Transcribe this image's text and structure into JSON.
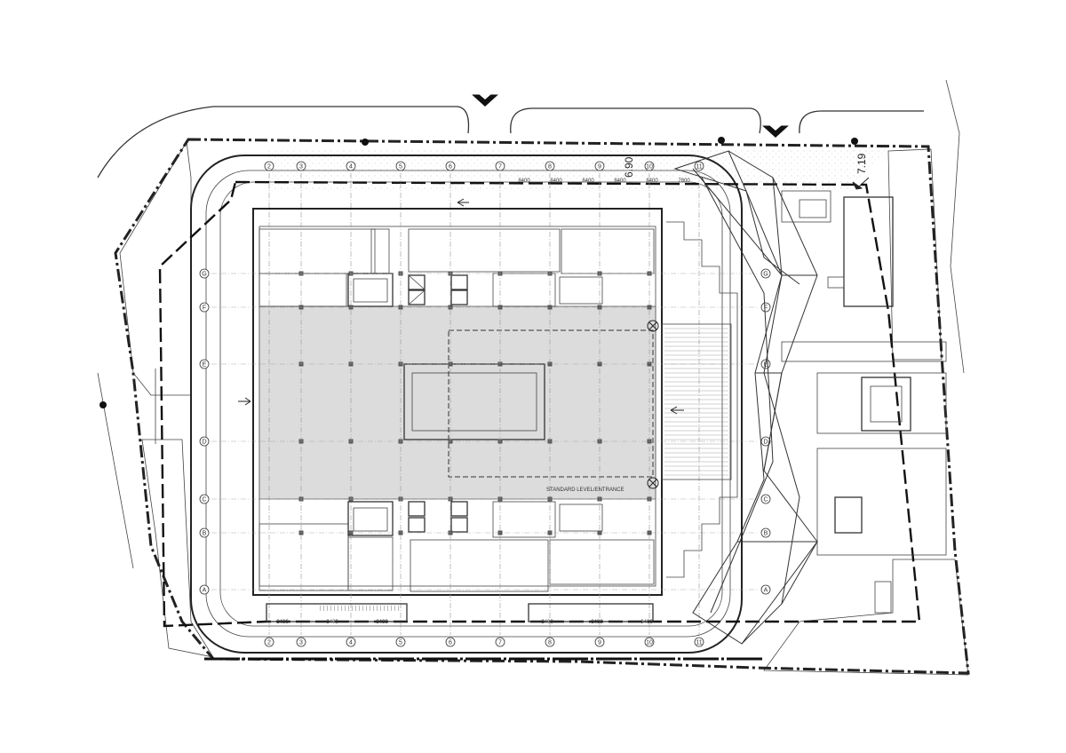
{
  "elevations": {
    "north_road": "6.90",
    "northeast": "7.19"
  },
  "north_dimensions": [
    "8400",
    "8400",
    "8400",
    "8400",
    "8400",
    "7800"
  ],
  "south_dimensions": [
    "8400",
    "8400",
    "8400",
    "8400",
    "8400",
    "8400"
  ],
  "grid_columns": [
    "2",
    "3",
    "4",
    "5",
    "6",
    "7",
    "8",
    "9",
    "10",
    "11"
  ],
  "grid_rows": [
    "G",
    "F",
    "E",
    "D",
    "C",
    "B",
    "A"
  ],
  "central_note": "STANDARD LEVEL/ENTRANCE",
  "colors": {
    "line": "#222222",
    "floor_fill": "#dcdcdc",
    "hatch": "#888888"
  }
}
